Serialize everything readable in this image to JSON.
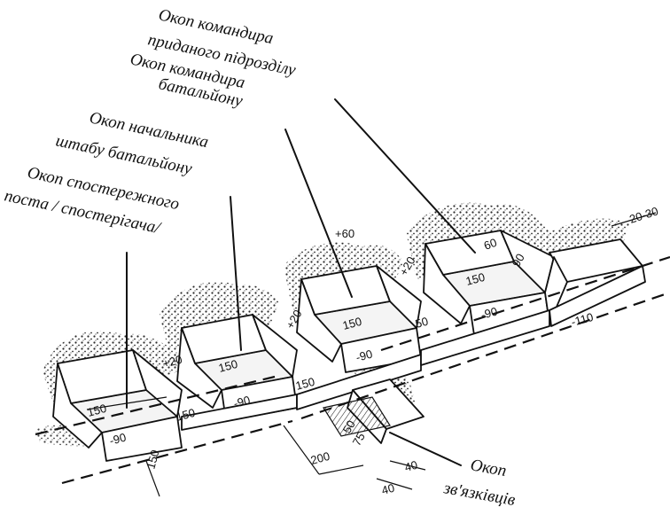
{
  "labels": {
    "commander_attached": [
      "Окоп командира",
      "приданого підрозділу"
    ],
    "commander_battalion": [
      "Окоп командира",
      "батальйону"
    ],
    "chief_of_staff": [
      "Окоп начальника",
      "штабу батальйону"
    ],
    "observation_post": [
      "Окоп спостережного",
      "поста / спостерігача/"
    ],
    "signalmen": [
      "Окоп",
      "зв'язківців"
    ]
  },
  "dimensions": {
    "d_20_30": "20-30",
    "d_60_a": "+60",
    "d_60_b": "60",
    "d_20_a": "+20",
    "d_20_b": "+20",
    "d_20_c": "+20",
    "d_150_a": "150",
    "d_150_b": "150",
    "d_150_c": "150",
    "d_150_d": "150",
    "d_150_e": "150",
    "d_150_f": "150",
    "d_150_g": "150",
    "d_50_a": "50",
    "d_50_b": "50",
    "d_90_a": "90",
    "d_m90_a": "-90",
    "d_m90_b": "-90",
    "d_m90_c": "-90",
    "d_m90_d": "-90",
    "d_m110": "-110",
    "d_200": "200",
    "d_40_a": "40",
    "d_40_b": "40",
    "d_75": "75"
  }
}
